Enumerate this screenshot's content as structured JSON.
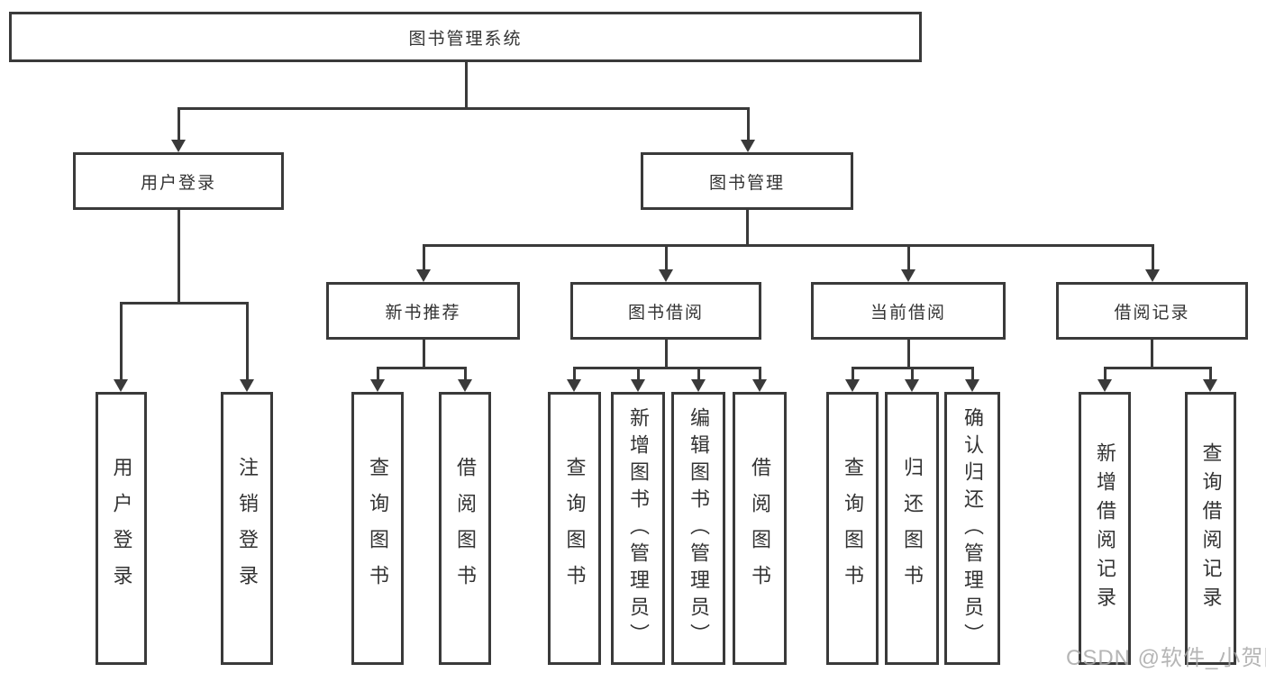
{
  "diagram": {
    "title": "图书管理系统",
    "nodes": [
      {
        "id": "root",
        "label": "图书管理系统",
        "parent": null
      },
      {
        "id": "user-login",
        "label": "用户登录",
        "parent": "root"
      },
      {
        "id": "book-management",
        "label": "图书管理",
        "parent": "root"
      },
      {
        "id": "user-login-leaf",
        "label": "用户登录",
        "parent": "user-login"
      },
      {
        "id": "logout-leaf",
        "label": "注销登录",
        "parent": "user-login"
      },
      {
        "id": "new-book-recommend",
        "label": "新书推荐",
        "parent": "book-management"
      },
      {
        "id": "book-borrow",
        "label": "图书借阅",
        "parent": "book-management"
      },
      {
        "id": "current-borrow",
        "label": "当前借阅",
        "parent": "book-management"
      },
      {
        "id": "borrow-records",
        "label": "借阅记录",
        "parent": "book-management"
      },
      {
        "id": "query-books-recommend",
        "label": "查询图书",
        "parent": "new-book-recommend"
      },
      {
        "id": "borrow-books-recommend",
        "label": "借阅图书",
        "parent": "new-book-recommend"
      },
      {
        "id": "query-books-borrow",
        "label": "查询图书",
        "parent": "book-borrow"
      },
      {
        "id": "add-books-admin",
        "label": "新增图书（管理员）",
        "parent": "book-borrow"
      },
      {
        "id": "edit-books-admin",
        "label": "编辑图书（管理员）",
        "parent": "book-borrow"
      },
      {
        "id": "borrow-books-borrow",
        "label": "借阅图书",
        "parent": "book-borrow"
      },
      {
        "id": "query-books-current",
        "label": "查询图书",
        "parent": "current-borrow"
      },
      {
        "id": "return-books",
        "label": "归还图书",
        "parent": "current-borrow"
      },
      {
        "id": "confirm-return-admin",
        "label": "确认归还（管理员）",
        "parent": "current-borrow"
      },
      {
        "id": "add-borrow-record",
        "label": "新增借阅记录",
        "parent": "borrow-records"
      },
      {
        "id": "query-borrow-record",
        "label": "查询借阅记录",
        "parent": "borrow-records"
      }
    ]
  },
  "watermark": {
    "text": "CSDN @软件_小贺同学"
  },
  "colors": {
    "line": "#3a3a3a",
    "text": "#333333",
    "box_bg": "#ffffff",
    "watermark": "#a9a9a9"
  }
}
